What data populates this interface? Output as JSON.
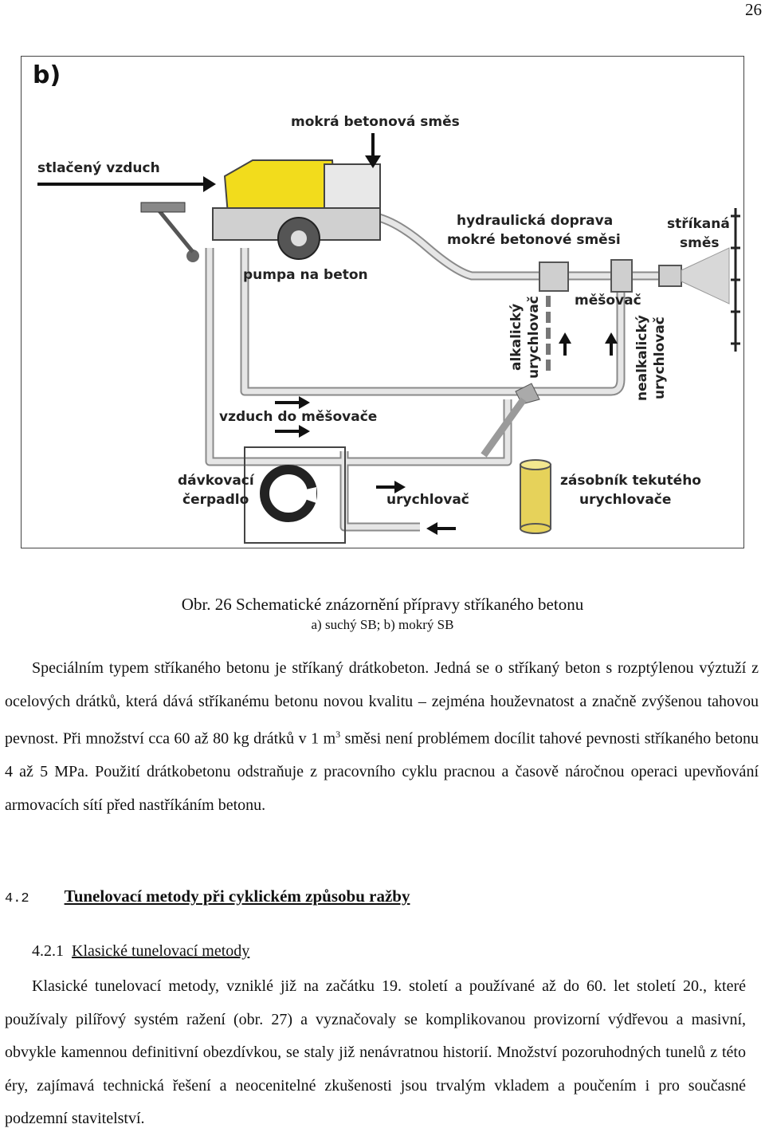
{
  "page_number": "26",
  "figure": {
    "letter": "b)",
    "labels": {
      "wet_mix": "mokrá betonová směs",
      "compressed_air": "stlačený vzduch",
      "pump": "pumpa na beton",
      "hydraulic_line1": "hydraulická doprava",
      "hydraulic_line2": "mokré betonové směsi",
      "sprayed_line1": "stříkaná",
      "sprayed_line2": "směs",
      "mixer": "měšovač",
      "alkaline_line1": "alkalický",
      "alkaline_line2": "urychlovač",
      "nonalkaline_line1": "nealkalický",
      "nonalkaline_line2": "urychlovač",
      "air_to_mixer": "vzduch do měšovače",
      "dosing_line1": "dávkovací",
      "dosing_line2": "čerpadlo",
      "accelerator": "urychlovač",
      "tank_line1": "zásobník tekutého",
      "tank_line2": "urychlovače"
    }
  },
  "caption": {
    "main": "Obr. 26  Schematické znázornění přípravy stříkaného betonu",
    "sub": "a) suchý SB;  b) mokrý SB"
  },
  "paragraph1": {
    "text_before_sup": "Speciálním typem stříkaného betonu je stříkaný drátkobeton. Jedná se o stříkaný beton s rozptýlenou výztuží z ocelových drátků, která dává stříkanému betonu novou kvalitu – zejména houževnatost a značně zvýšenou tahovou pevnost. Při množství cca 60 až 80 kg drátků v 1 m",
    "sup": "3",
    "text_after_sup": " směsi není problémem docílit tahové pevnosti stříkaného betonu 4 až 5 MPa. Použití drátkobetonu odstraňuje z pracovního cyklu pracnou a časově náročnou operaci upevňování armovacích sítí před nastříkáním betonu."
  },
  "section": {
    "number": "4.2",
    "title": "Tunelovací metody při cyklickém způsobu ražby"
  },
  "subsection": {
    "number": "4.2.1",
    "title": "Klasické tunelovací metody"
  },
  "paragraph2": {
    "text": "Klasické tunelovací metody, vzniklé již na začátku 19. století a používané až do 60. let století 20., které používaly pilířový systém ražení (obr. 27) a vyznačovaly se komplikovanou provizorní výdřevou a masivní, obvykle kamennou definitivní obezdívkou, se staly již nenávratnou historií. Množství pozoruhodných tunelů z této éry, zajímavá technická řešení a neocenitelné zkušenosti jsou trvalým vkladem a poučením i pro současné podzemní stavitelství."
  },
  "colors": {
    "pump_body": "#f2dc1c",
    "pipe": "#d9d9d9",
    "tank": "#e6d25a"
  }
}
